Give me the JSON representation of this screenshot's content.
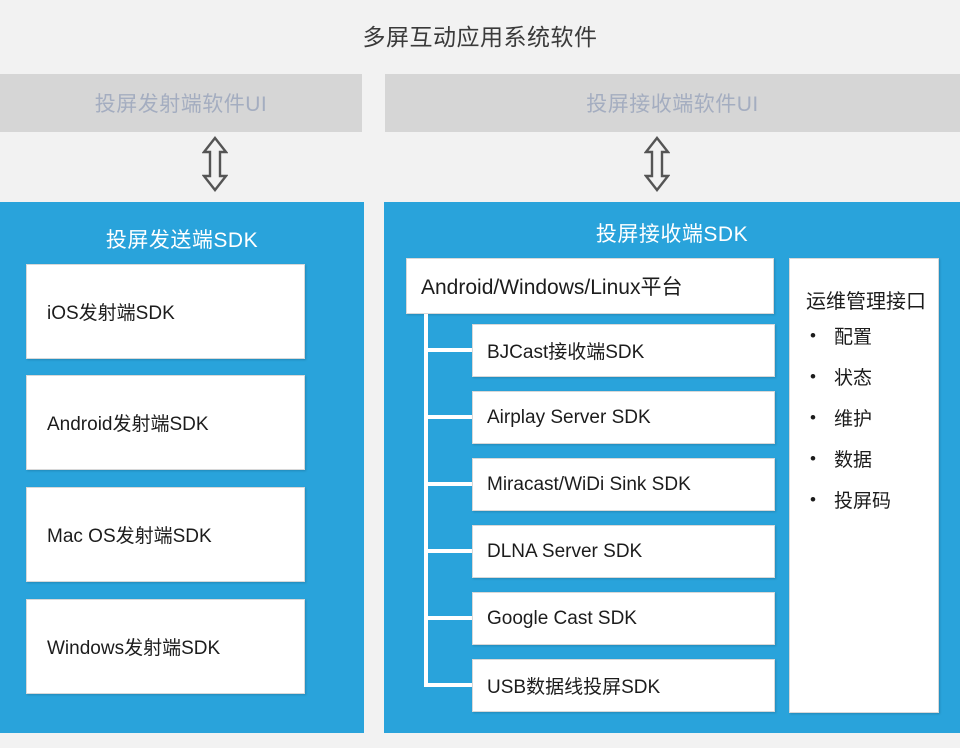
{
  "page": {
    "title": "多屏互动应用系统软件"
  },
  "ui_bars": {
    "sender": "投屏发射端软件UI",
    "receiver": "投屏接收端软件UI"
  },
  "arrows": {
    "sender_icon": "double-headed-vertical-arrow-icon",
    "receiver_icon": "double-headed-vertical-arrow-icon"
  },
  "sender_panel": {
    "heading": "投屏发送端SDK",
    "boxes": [
      {
        "label": "iOS发射端SDK"
      },
      {
        "label": "Android发射端SDK"
      },
      {
        "label": "Mac OS发射端SDK"
      },
      {
        "label": "Windows发射端SDK"
      }
    ]
  },
  "receiver_panel": {
    "heading": "投屏接收端SDK",
    "platform": "Android/Windows/Linux平台",
    "boxes": [
      {
        "label": "BJCast接收端SDK"
      },
      {
        "label": "Airplay Server SDK"
      },
      {
        "label": "Miracast/WiDi Sink SDK"
      },
      {
        "label": "DLNA Server SDK"
      },
      {
        "label": "Google Cast SDK"
      },
      {
        "label": "USB数据线投屏SDK"
      }
    ]
  },
  "ops_panel": {
    "title": "运维管理接口",
    "items": [
      "配置",
      "状态",
      "维护",
      "数据",
      "投屏码"
    ]
  },
  "colors": {
    "background": "#f2f2f2",
    "panel_blue": "#29a3db",
    "ui_bar_gray": "#d6d6d6",
    "ui_bar_text": "#a4adc0",
    "box_white": "#ffffff",
    "box_border": "#d8d8d8",
    "title_text": "#3a3a3a",
    "arrow_stroke": "#555555"
  }
}
